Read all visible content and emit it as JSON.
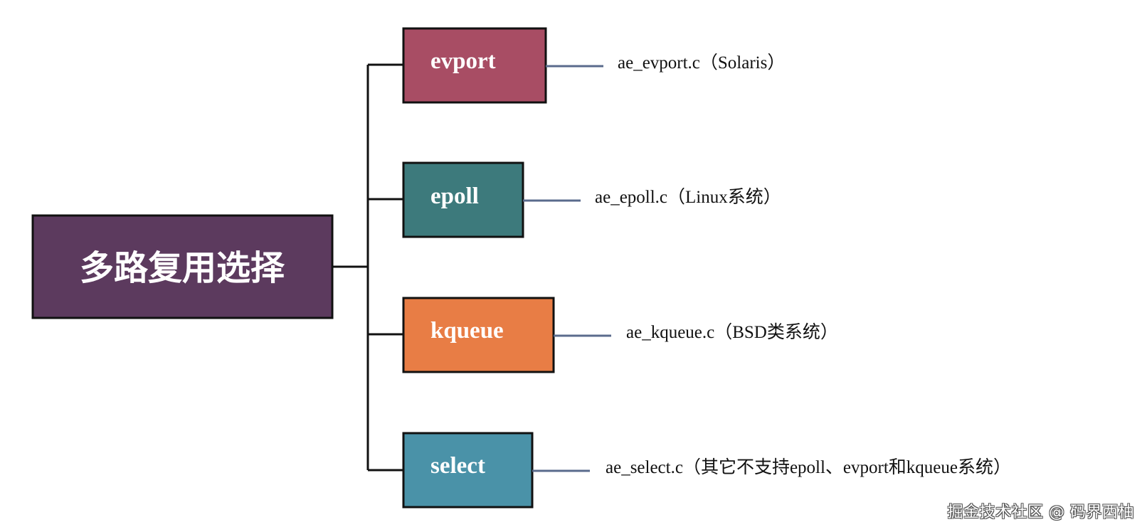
{
  "root": {
    "label": "多路复用选择",
    "color": "#5c3a5e"
  },
  "branches": [
    {
      "label": "evport",
      "color": "#a84d64",
      "description": "ae_evport.c（Solaris）"
    },
    {
      "label": "epoll",
      "color": "#3d7a7c",
      "description": "ae_epoll.c（Linux系统）"
    },
    {
      "label": "kqueue",
      "color": "#e87d45",
      "description": "ae_kqueue.c（BSD类系统）"
    },
    {
      "label": "select",
      "color": "#4a92a8",
      "description": "ae_select.c（其它不支持epoll、evport和kqueue系统）"
    }
  ],
  "connector_color": "#5a6b8c",
  "watermark": "掘金技术社区 @ 码界西柚"
}
